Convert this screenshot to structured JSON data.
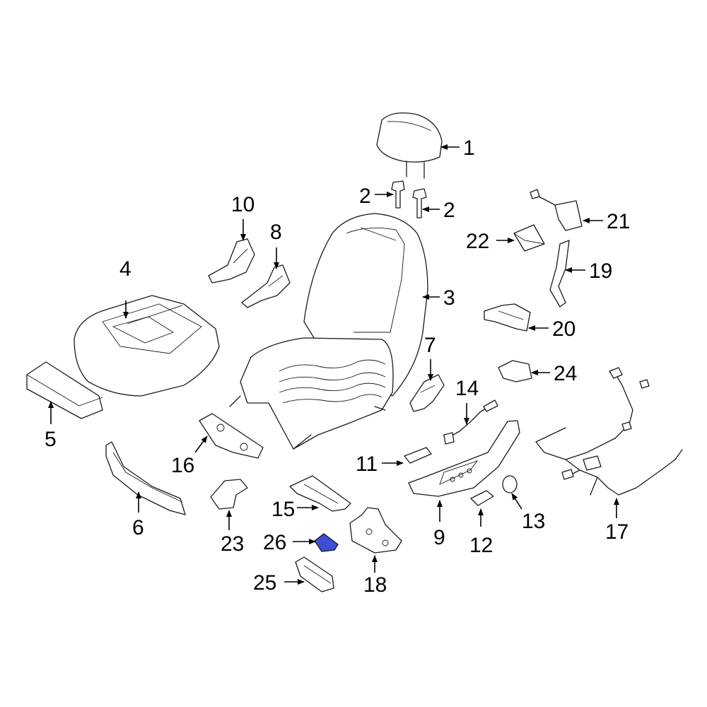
{
  "callouts": {
    "c1": "1",
    "c2a": "2",
    "c2b": "2",
    "c3": "3",
    "c4": "4",
    "c5": "5",
    "c6": "6",
    "c7": "7",
    "c8": "8",
    "c9": "9",
    "c10": "10",
    "c11": "11",
    "c12": "12",
    "c13": "13",
    "c14": "14",
    "c15": "15",
    "c16": "16",
    "c17": "17",
    "c18": "18",
    "c19": "19",
    "c20": "20",
    "c21": "21",
    "c22": "22",
    "c23": "23",
    "c24": "24",
    "c25": "25",
    "c26": "26"
  },
  "highlight": {
    "part": "26",
    "color": "#3d4fd6"
  }
}
